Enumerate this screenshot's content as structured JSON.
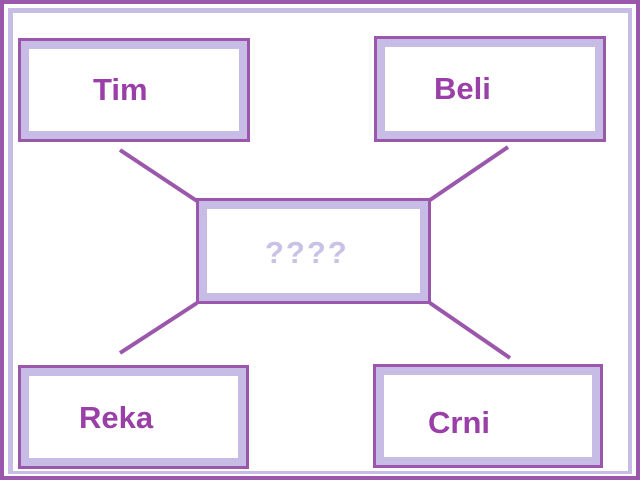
{
  "diagram": {
    "center_label": "????",
    "nodes": [
      {
        "label": "Tim"
      },
      {
        "label": "Beli"
      },
      {
        "label": "Reka"
      },
      {
        "label": "Crni"
      }
    ]
  },
  "colors": {
    "border": "#9a57ac",
    "fill": "#c7bce6",
    "text": "#9a3fa8",
    "placeholder_text": "#c9c2e6"
  }
}
